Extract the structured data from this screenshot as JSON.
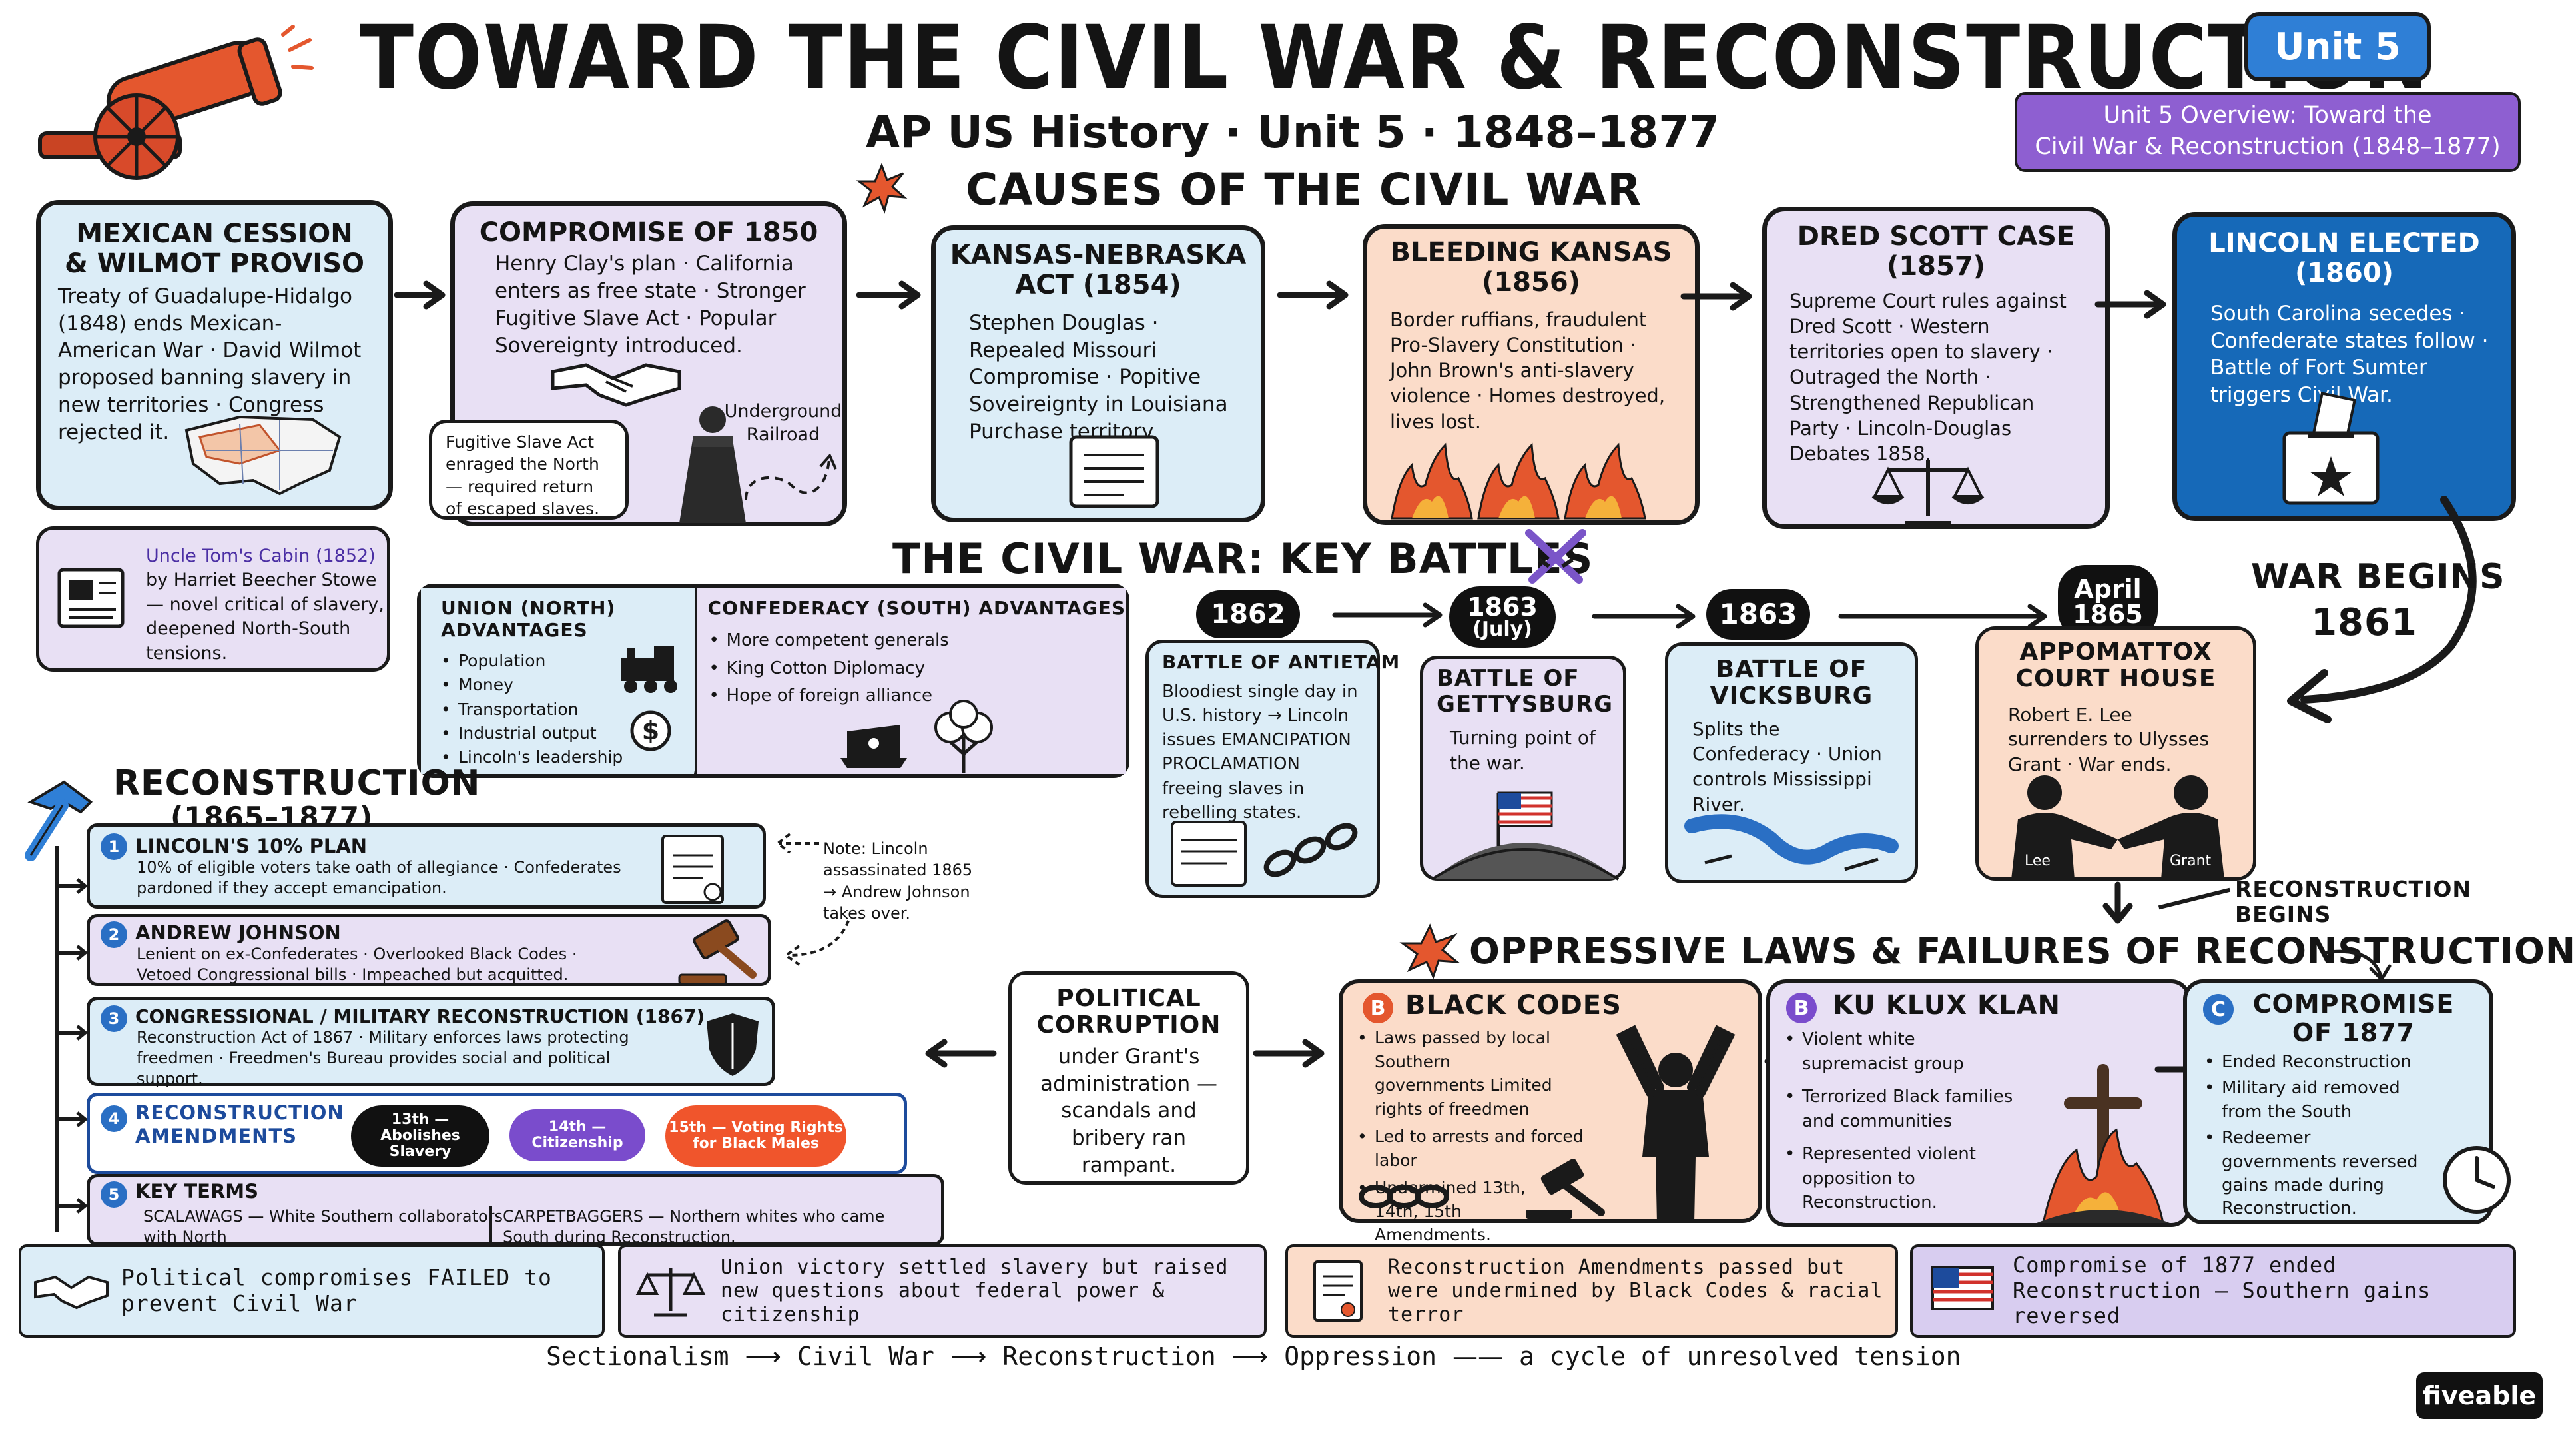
{
  "header": {
    "title": "TOWARD THE CIVIL WAR & RECONSTRUCTION",
    "subtitle": "AP US History · Unit 5 · 1848–1877",
    "unit_badge": "Unit 5",
    "overview_line1": "Unit 5 Overview: Toward the",
    "overview_line2": "Civil War & Reconstruction (1848–1877)"
  },
  "causes": {
    "heading": "CAUSES OF THE CIVIL WAR",
    "cards": [
      {
        "title": "MEXICAN CESSION & WILMOT PROVISO",
        "body": "Treaty of Guadalupe-Hidalgo (1848) ends Mexican-American War · David Wilmot proposed banning slavery in new territories · Congress rejected it."
      },
      {
        "title": "COMPROMISE OF 1850",
        "body": "Henry Clay's plan · California enters as free state · Stronger Fugitive Slave Act · Popular Sovereignty introduced."
      },
      {
        "title": "KANSAS-NEBRASKA ACT (1854)",
        "body": "Stephen Douglas · Repealed Missouri Compromise · Popitive Soveireignty in Louisiana Purchase territory."
      },
      {
        "title": "BLEEDING KANSAS (1856)",
        "body": "Border ruffians, fraudulent Pro-Slavery Constitution · John Brown's anti-slavery violence · Homes destroyed, lives lost."
      },
      {
        "title": "DRED SCOTT CASE (1857)",
        "body": "Supreme Court rules against Dred Scott · Western territories open to slavery · Outraged the North · Strengthened Republican Party · Lincoln-Douglas Debates 1858."
      },
      {
        "title": "LINCOLN ELECTED (1860)",
        "body": "South Carolina secedes · Confederate states follow · Battle of Fort Sumter triggers Civil War."
      }
    ],
    "fugitive_note": "Fugitive Slave Act enraged the North — required return of escaped slaves.",
    "underground_label": "Underground Railroad",
    "uncle_toms_title": "Uncle Tom's Cabin (1852)",
    "uncle_toms_body": "by Harriet Beecher Stowe — novel critical of slavery, deepened North-South tensions.",
    "war_begins": "WAR BEGINS",
    "war_begins_year": "1861"
  },
  "battles": {
    "heading": "THE CIVIL WAR: KEY BATTLES",
    "union_title": "UNION (NORTH) ADVANTAGES",
    "union_items": [
      "Population",
      "Money",
      "Transportation",
      "Industrial output",
      "Lincoln's leadership"
    ],
    "confed_title": "CONFEDERACY (SOUTH) ADVANTAGES",
    "confed_items": [
      "More competent generals",
      "King Cotton Diplomacy",
      "Hope of foreign alliance"
    ],
    "years": [
      "1862",
      "1863",
      "(July)",
      "1863",
      "April",
      "1865"
    ],
    "antietam_title": "BATTLE OF ANTIETAM",
    "antietam_body": "Bloodiest single day in U.S. history → Lincoln issues EMANCIPATION PROCLAMATION freeing slaves in rebelling states.",
    "gettysburg_title": "BATTLE OF GETTYSBURG",
    "gettysburg_body": "Turning point of the war.",
    "vicksburg_title": "BATTLE OF VICKSBURG",
    "vicksburg_body": "Splits the Confederacy · Union controls Mississippi River.",
    "appomattox_title": "APPOMATTOX COURT HOUSE",
    "appomattox_body": "Robert E. Lee surrenders to Ulysses Grant · War ends.",
    "lee_label": "Lee",
    "grant_label": "Grant",
    "recon_begins": "RECONSTRUCTION BEGINS"
  },
  "reconstruction": {
    "heading": "RECONSTRUCTION",
    "years": "(1865–1877)",
    "note": "Note: Lincoln assassinated 1865 → Andrew Johnson takes over.",
    "items": [
      {
        "num": "1",
        "title": "LINCOLN'S 10% PLAN",
        "body": "10% of eligible voters take oath of allegiance · Confederates pardoned if they accept emancipation."
      },
      {
        "num": "2",
        "title": "ANDREW JOHNSON",
        "body": "Lenient on ex-Confederates · Overlooked Black Codes · Vetoed Congressional bills · Impeached but acquitted."
      },
      {
        "num": "3",
        "title": "CONGRESSIONAL / MILITARY RECONSTRUCTION (1867)",
        "body": "Reconstruction Act of 1867 · Military enforces laws protecting freedmen · Freedmen's Bureau provides social and political support."
      },
      {
        "num": "4",
        "title": "RECONSTRUCTION AMENDMENTS",
        "body": ""
      },
      {
        "num": "5",
        "title": "KEY TERMS",
        "body": ""
      }
    ],
    "amend_13": "13th — Abolishes Slavery",
    "amend_14": "14th — Citizenship",
    "amend_15": "15th — Voting Rights for Black Males",
    "scalawags": "SCALAWAGS — White Southern collaborators with North",
    "carpetbaggers": "CARPETBAGGERS — Northern whites who came South during Reconstruction."
  },
  "oppressive": {
    "heading": "OPPRESSIVE LAWS & FAILURES OF RECONSTRUCTION",
    "corruption_title": "POLITICAL CORRUPTION",
    "corruption_body": "under Grant's administration — scandals and bribery ran rampant.",
    "black_codes_title": "BLACK CODES",
    "black_codes_items": [
      "Laws passed by local Southern governments Limited rights of freedmen",
      "Led to arrests and forced labor",
      "Undermined 13th, 14th, 15th Amendments."
    ],
    "kkk_title": "KU KLUX KLAN",
    "kkk_items": [
      "Violent white supremacist group",
      "Terrorized Black families and communities",
      "Represented violent opposition to Reconstruction."
    ],
    "c1877_title": "COMPROMISE OF 1877",
    "c1877_items": [
      "Ended Reconstruction",
      "Military aid removed from the South",
      "Redeemer governments reversed gains made during Reconstruction."
    ]
  },
  "summary": {
    "boxes": [
      "Political compromises FAILED to prevent Civil War",
      "Union victory settled slavery but raised new questions about federal power & citizenship",
      "Reconstruction Amendments passed but were undermined by Black Codes & racial terror",
      "Compromise of 1877 ended Reconstruction — Southern gains reversed"
    ],
    "flow": [
      "Sectionalism",
      "Civil War",
      "Reconstruction",
      "Oppression",
      "a cycle of unresolved tension"
    ],
    "brand": "fiveable"
  },
  "colors": {
    "blue_card": "#dcedf7",
    "lavender_card": "#e8e0f4",
    "peach_card": "#fbdcc9",
    "lincoln_card": "#1669b8",
    "unit_badge": "#2f7fd6",
    "overview": "#8e5fd1"
  }
}
